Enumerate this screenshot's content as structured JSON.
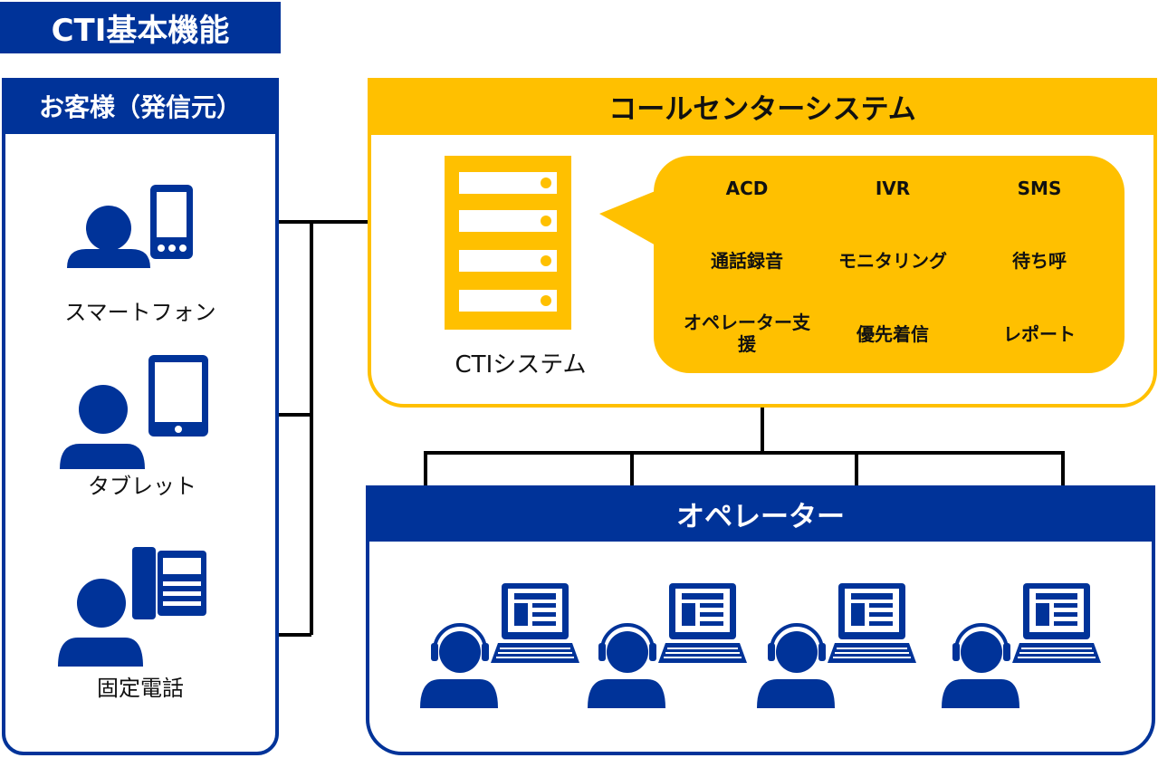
{
  "title": "CTI基本機能",
  "customer": {
    "header": "お客様（発信元）",
    "items": [
      {
        "label": "スマートフォン",
        "icon": "person-smartphone-icon"
      },
      {
        "label": "タブレット",
        "icon": "person-tablet-icon"
      },
      {
        "label": "固定電話",
        "icon": "person-landline-phone-icon"
      }
    ]
  },
  "call_center": {
    "header": "コールセンターシステム",
    "cti_label": "CTIシステム",
    "functions": [
      [
        "ACD",
        "IVR",
        "SMS"
      ],
      [
        "通話録音",
        "モニタリング",
        "待ち呼"
      ],
      [
        "オペレーター支援",
        "優先着信",
        "レポート"
      ]
    ]
  },
  "operators": {
    "header": "オペレーター",
    "count": 4
  },
  "colors": {
    "navy": "#003399",
    "yellow": "#ffc000",
    "white": "#ffffff"
  }
}
